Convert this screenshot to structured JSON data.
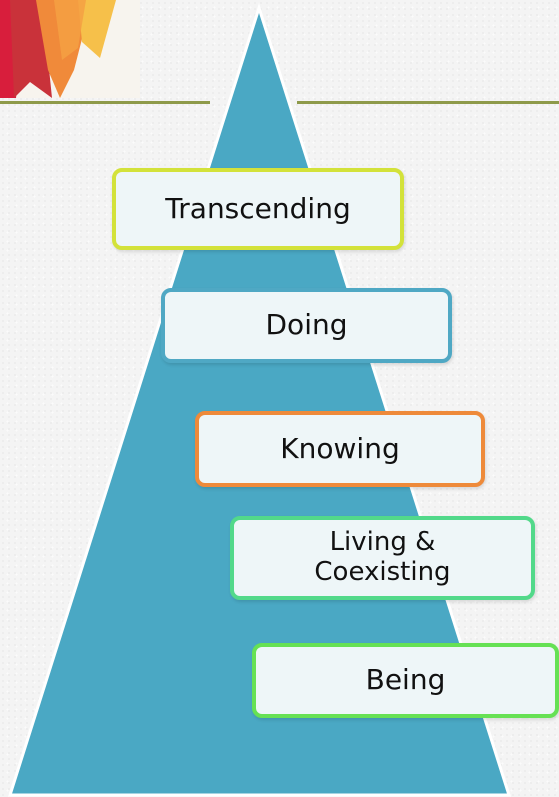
{
  "diagram": {
    "levels": [
      {
        "label": "Transcending",
        "border_color": "#d3e23a"
      },
      {
        "label": "Doing",
        "border_color": "#4fa8c4"
      },
      {
        "label": "Knowing",
        "border_color": "#ee8a3a"
      },
      {
        "label": "Living &\nCoexisting",
        "border_color": "#52d98a"
      },
      {
        "label": "Being",
        "border_color": "#66e154"
      }
    ],
    "pyramid_color": "#4aa8c4",
    "divider_color": "#8e9a4a"
  }
}
